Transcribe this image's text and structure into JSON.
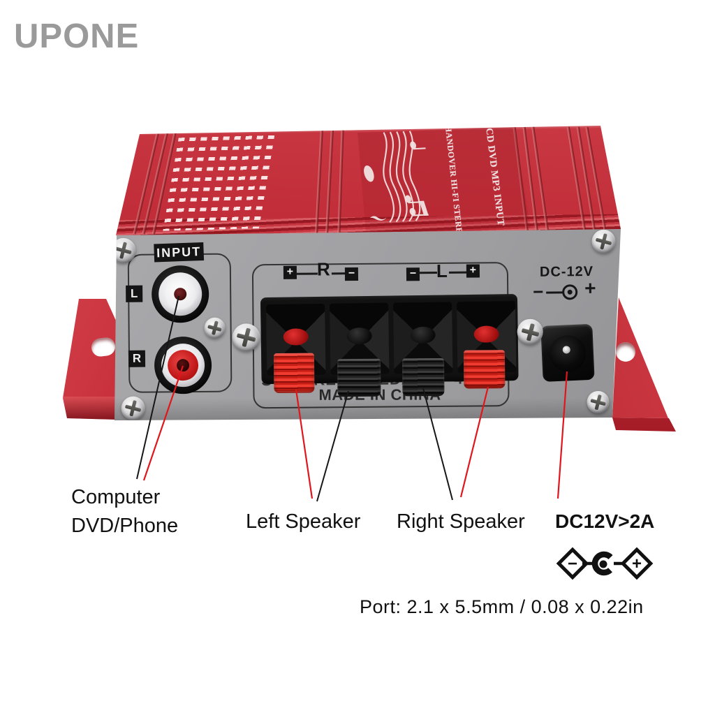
{
  "brand": "UPONE",
  "device": {
    "top_panel": {
      "line1": "CD DVD MP3 INPUT",
      "line2": "HANDOVER HI-FI STEREO"
    },
    "front_panel": {
      "input_section": {
        "title": "INPUT",
        "left": "L",
        "right": "R"
      },
      "speaker_section": {
        "right_group": {
          "plus": "+",
          "label": "R",
          "minus": "−"
        },
        "left_group": {
          "minus": "−",
          "label": "L",
          "plus": "+"
        },
        "impedance_fragments": [
          "S",
          "KER",
          "EDA",
          "4 -"
        ],
        "made_in": "MADE IN CHINA"
      },
      "power_section": {
        "label": "DC-12V",
        "minus": "−",
        "plus": "+"
      }
    }
  },
  "callouts": {
    "input_source": {
      "line1": "Computer",
      "line2": "DVD/Phone"
    },
    "left_speaker": "Left Speaker",
    "right_speaker": "Right Speaker",
    "dc_power": "DC12V>2A",
    "port_spec": "Port: 2.1 x 5.5mm / 0.08 x 0.22in",
    "polarity": {
      "minus": "−",
      "plus": "+"
    }
  },
  "colors": {
    "body_red": "#c02f3a",
    "panel_gray": "#9c9c9f",
    "annotation_red": "#e0161c",
    "annotation_black": "#161616",
    "brand_gray": "#9a9a9a"
  }
}
